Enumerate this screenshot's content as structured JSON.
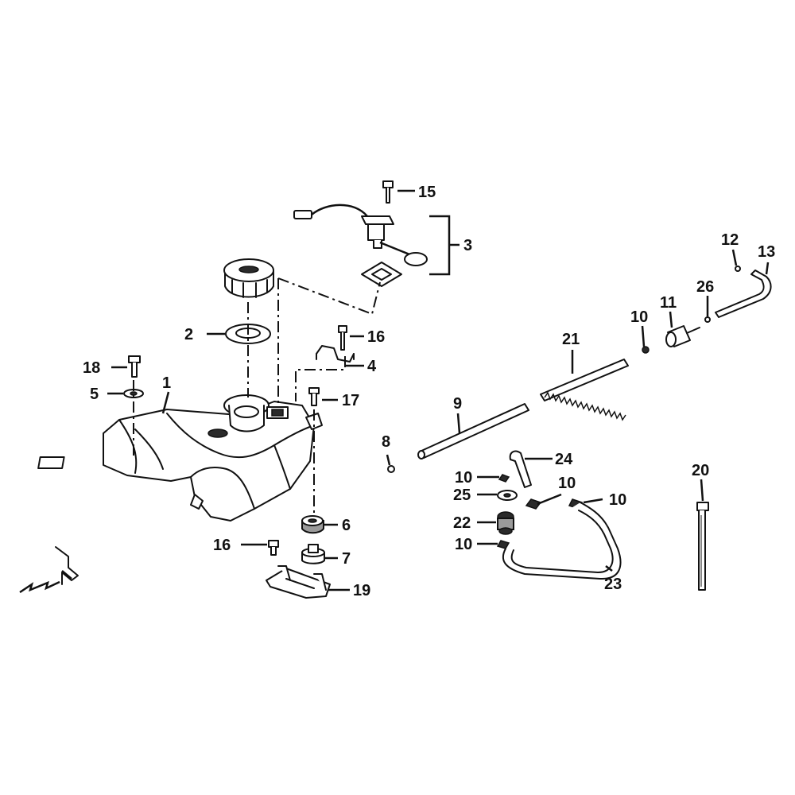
{
  "diagram": {
    "callouts": {
      "c1": "1",
      "c2": "2",
      "c3": "3",
      "c4": "4",
      "c5": "5",
      "c6": "6",
      "c7": "7",
      "c8": "8",
      "c9": "9",
      "c10a": "10",
      "c10b": "10",
      "c10c": "10",
      "c10d": "10",
      "c10e": "10",
      "c11": "11",
      "c12": "12",
      "c13": "13",
      "c15": "15",
      "c16a": "16",
      "c16b": "16",
      "c17": "17",
      "c18": "18",
      "c19": "19",
      "c20": "20",
      "c21": "21",
      "c22": "22",
      "c23": "23",
      "c24": "24",
      "c25": "25",
      "c26": "26"
    },
    "icons": [
      "front-direction-arrow-icon"
    ]
  }
}
